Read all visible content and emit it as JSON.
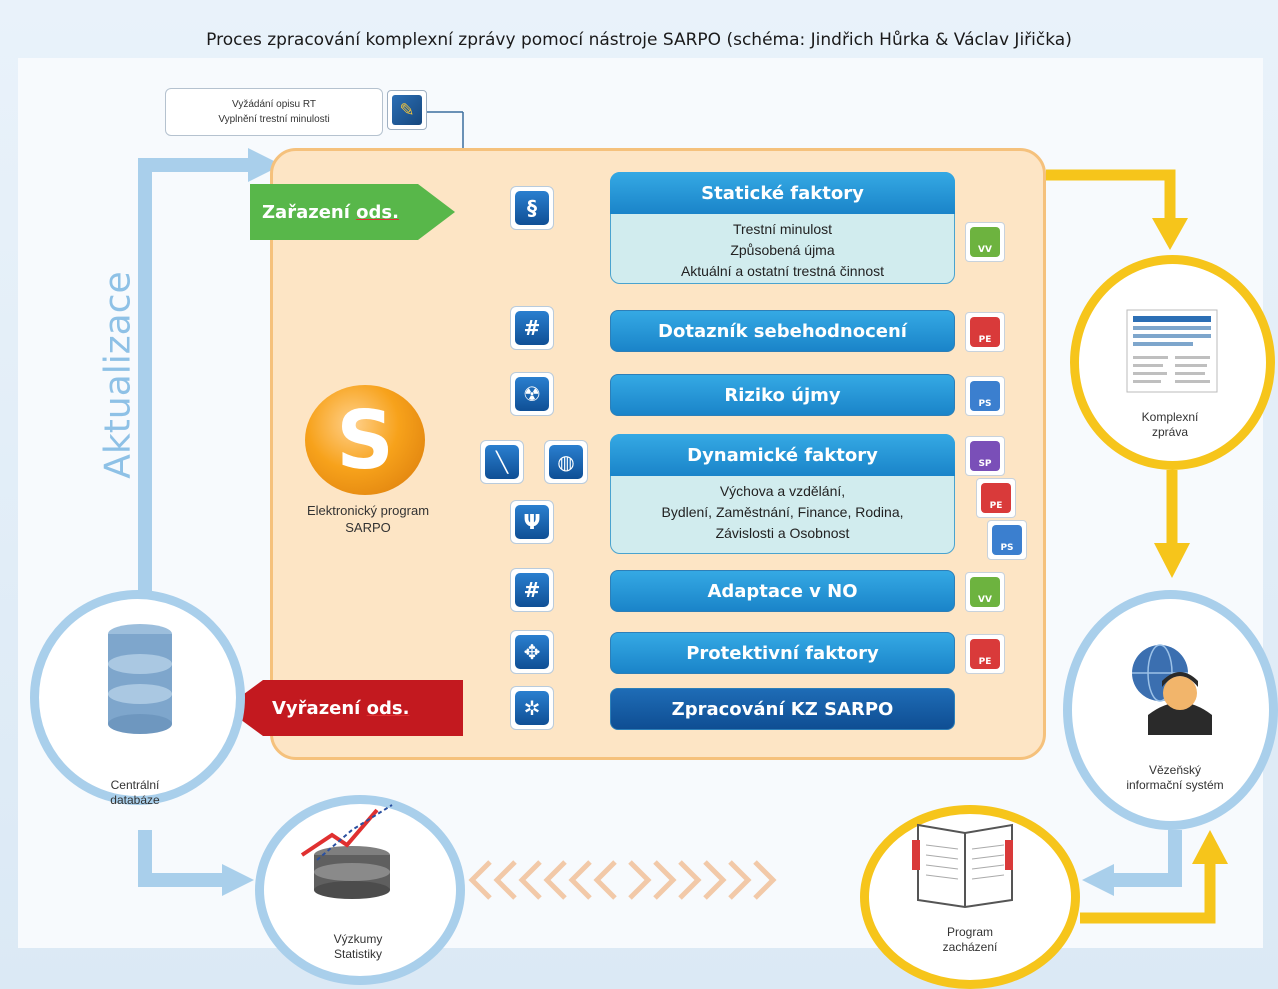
{
  "caption": "Proces zpracování komplexní zprávy pomocí nástroje SARPO (schéma: Jindřich Hůrka & Václav Jiřička)",
  "request_box": {
    "line1": "Vyžádání opisu RT",
    "line2": "Vyplnění trestní minulosti"
  },
  "arrow_in": {
    "label": "Zařazení",
    "suffix": "ods."
  },
  "arrow_out": {
    "label": "Vyřazení",
    "suffix": "ods."
  },
  "side_label": "Aktualizace",
  "program": {
    "line1": "Elektronický program",
    "line2": "SARPO",
    "logo_letter": "S"
  },
  "static_factors": {
    "title": "Statické faktory",
    "items": [
      "Trestní minulost",
      "Způsobená újma",
      "Aktuální a ostatní trestná činnost"
    ]
  },
  "questionnaire": {
    "title": "Dotazník sebehodnocení"
  },
  "harm_risk": {
    "title": "Riziko újmy"
  },
  "dynamic_factors": {
    "title": "Dynamické faktory",
    "items": [
      "Výchova a vzdělání,",
      "Bydlení, Zaměstnání, Finance, Rodina,",
      "Závislosti a Osobnost"
    ]
  },
  "adaptation": {
    "title": "Adaptace v NO"
  },
  "protective": {
    "title": "Protektivní faktory"
  },
  "processing": {
    "title": "Zpracování KZ SARPO"
  },
  "badges": {
    "static": "VV",
    "questionnaire": "PE",
    "harm": "PS",
    "dyn1": "SP",
    "dyn2": "PE",
    "dyn3": "PS",
    "adapt": "VV",
    "protect": "PE"
  },
  "nodes": {
    "central_db": {
      "line1": "Centrální",
      "line2": "databáze"
    },
    "research": {
      "line1": "Výzkumy",
      "line2": "Statistiky"
    },
    "program_treatment": {
      "line1": "Program",
      "line2": "zacházení"
    },
    "prison_system": {
      "line1": "Vězeňský",
      "line2": "informační systém"
    },
    "report": {
      "line1": "Komplexní",
      "line2": "zpráva"
    }
  },
  "colors": {
    "blue_bar": "#1a84c9",
    "dark_bar": "#0f4e93",
    "green_arrow": "#58b74a",
    "red_arrow": "#c3191f",
    "yellow": "#f6c51b",
    "light_blue": "#a9cfeb",
    "orange_frame": "#fde5c5"
  },
  "icons": {
    "request": "pen-document-icon",
    "static": "paragraph-person-icon",
    "questionnaire": "hash-person-icon",
    "harm": "radiation-person-icon",
    "dynamic_a": "tool-person-icon",
    "dynamic_b": "globe-person-icon",
    "dynamic_c": "psi-person-icon",
    "adaptation": "hash-person-icon",
    "protective": "arrows-person-icon",
    "processing": "network-icon"
  }
}
